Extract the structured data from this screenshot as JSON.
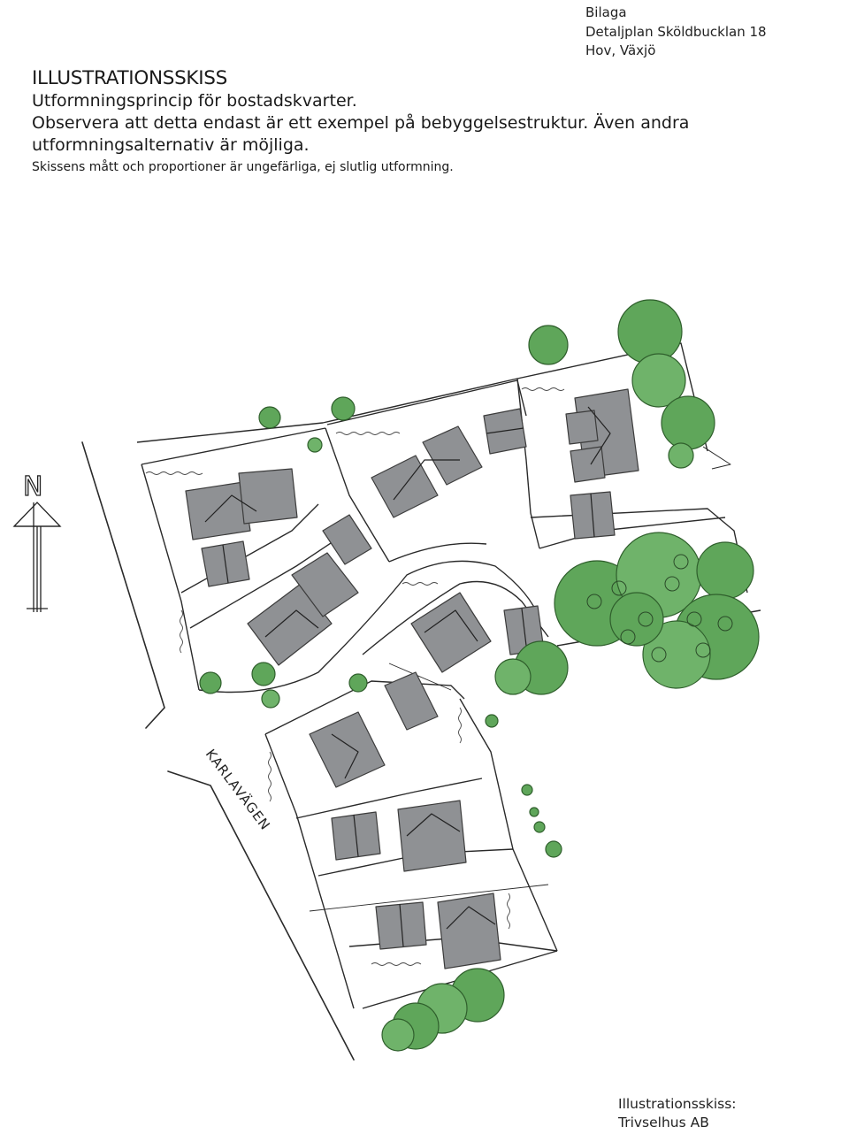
{
  "header": {
    "corner": {
      "line1": "Bilaga",
      "line2": "Detaljplan Sköldbucklan 18",
      "line3": "Hov, Växjö"
    },
    "title": "ILLUSTRATIONSSKISS",
    "subtitle": "Utformningsprincip för bostadskvarter.",
    "note_line1": "Observera att detta endast är ett exempel på bebyggelsestruktur. Även andra",
    "note_line2": "utformningsalternativ är möjliga.",
    "disclaimer": "Skissens mått och proportioner är ungefärliga, ej slutlig utformning."
  },
  "map": {
    "road_label": "KARLAVÄGEN",
    "north_label": "N",
    "colors": {
      "building": "#8f9194",
      "building_edge": "#3c3c3c",
      "tree_fill": "#5fa65a",
      "tree_edge": "#2f5f2c",
      "tree_light": "#7dc07a",
      "line": "#2a2a2a"
    }
  },
  "caption": {
    "line1": "Illustrationsskiss:",
    "line2": "Trivselhus AB"
  }
}
